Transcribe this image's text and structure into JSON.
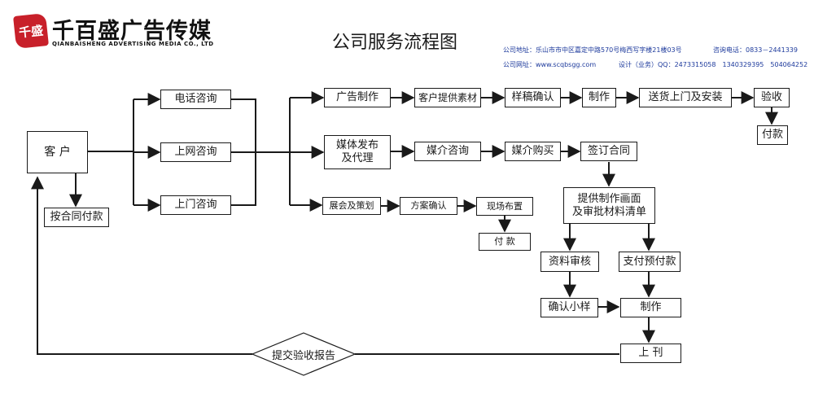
{
  "logo": {
    "mark": "千盛",
    "name": "千百盛广告传媒",
    "subtitle": "QIANBAISHENG ADVERTISING MEDIA CO., LTD"
  },
  "title": "公司服务流程图",
  "contact": {
    "address": "公司地址：乐山市市中区嘉定中路570号梅西写字楼21楼03号",
    "hotline": "咨询电话：0833－2441339",
    "website": "公司网址：www.scqbsgg.com",
    "design": "设计（业务）QQ：2473315058　1340329395　504064252"
  },
  "nodes": {
    "customer": "客 户",
    "pay_contract": "按合同付款",
    "phone": "电话咨询",
    "online": "上网咨询",
    "visit": "上门咨询",
    "ad_make": "广告制作",
    "materials": "客户提供素材",
    "draft_confirm": "样稿确认",
    "produce": "制作",
    "deliver": "送货上门及安装",
    "accept": "验收",
    "pay1": "付款",
    "media_pub": "媒体发布\n及代理",
    "media_consult": "媒介咨询",
    "media_buy": "媒介购买",
    "sign": "签订合同",
    "provide_list": "提供制作画面\n及审批材料清单",
    "review": "资料审核",
    "prepay": "支付预付款",
    "confirm_sample": "确认小样",
    "produce2": "制作",
    "publish": "上 刊",
    "exhibit": "展会及策划",
    "plan_confirm": "方案确认",
    "site_layout": "现场布置",
    "pay2": "付 款",
    "report": "提交验收报告"
  }
}
